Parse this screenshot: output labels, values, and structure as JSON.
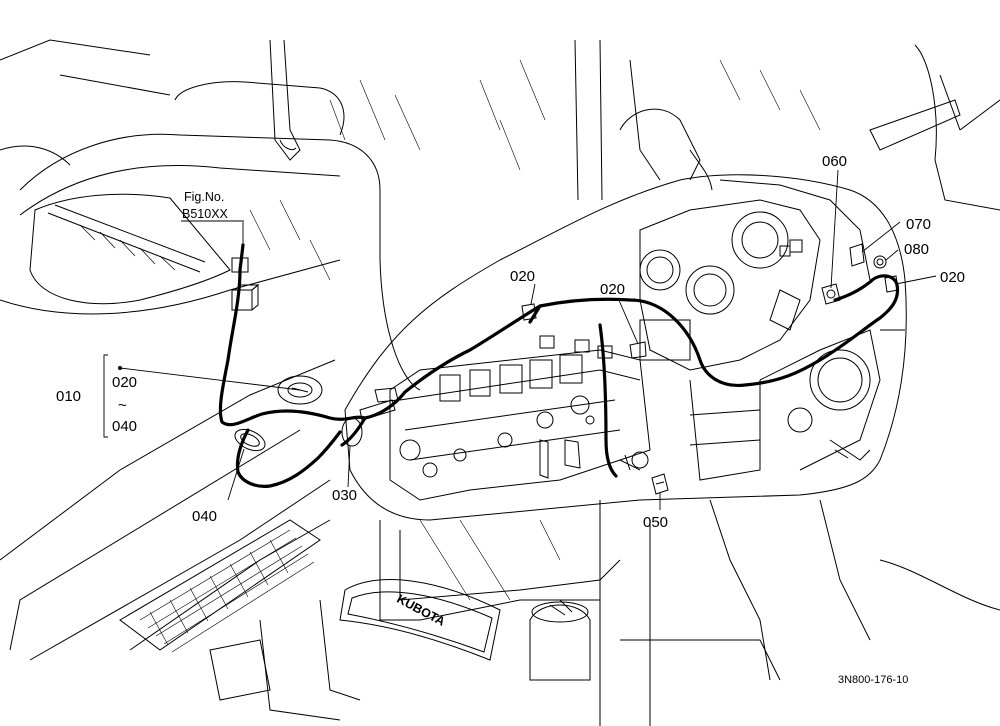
{
  "figure_reference": {
    "caption": "Fig.No.",
    "number": "B510XX"
  },
  "part_labels": {
    "group_main": "010",
    "group_from": "020",
    "group_tilde": "~",
    "group_to": "040",
    "p020_a": "020",
    "p020_b": "020",
    "p020_c": "020",
    "p030": "030",
    "p040": "040",
    "p050": "050",
    "p060": "060",
    "p070": "070",
    "p080": "080"
  },
  "brand_plate": "KUBOTA",
  "drawing_code": "3N800-176-10"
}
